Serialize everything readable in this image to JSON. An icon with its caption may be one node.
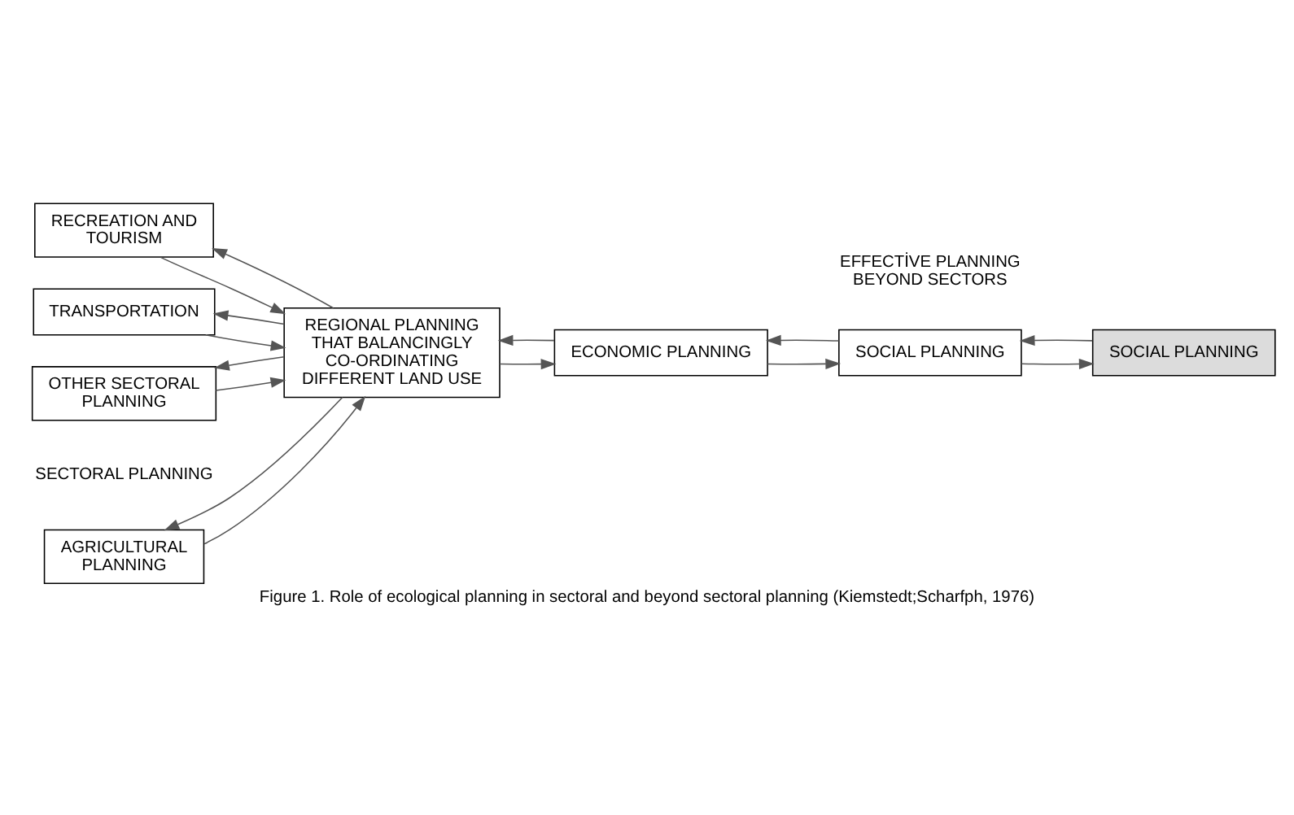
{
  "diagram": {
    "caption": "Figure 1. Role of ecological planning in sectoral and beyond sectoral planning (Kiemstedt;Scharfph, 1976)",
    "nodes": [
      {
        "text": [
          "AGRICULTURAL PLANNING"
        ]
      },
      {
        "text": [
          "RECREATION AND TOURISM"
        ]
      },
      {
        "text": [
          "TRANSPORTATION"
        ]
      },
      {
        "text": [
          "OTHER SECTORAL PLANNING"
        ]
      },
      {
        "text": [
          "REGIONAL PLANNING THAT BALANCINGLY CO-ORDINATING DIFFERENT LAND USE"
        ]
      },
      {
        "text": [
          "ECONOMIC PLANNING"
        ]
      },
      {
        "text": [
          "SOCIAL PLANNING"
        ]
      },
      {
        "text": [
          "SOCIAL PLANNING"
        ]
      }
    ],
    "edges": [
      {
        "from": 0,
        "to": 4,
        "arrow": "to"
      },
      {
        "from": 4,
        "to": 0,
        "arrow": "to"
      },
      {
        "from": 1,
        "to": 4,
        "arrow": "to"
      },
      {
        "from": 4,
        "to": 1,
        "arrow": "to"
      },
      {
        "from": 2,
        "to": 4,
        "arrow": "to"
      },
      {
        "from": 4,
        "to": 2,
        "arrow": "to"
      },
      {
        "from": 3,
        "to": 4,
        "arrow": "to"
      },
      {
        "from": 4,
        "to": 3,
        "arrow": "to"
      },
      {
        "from": 4,
        "to": 5,
        "arrow": "to"
      },
      {
        "from": 5,
        "to": 6,
        "arrow": "to"
      },
      {
        "from": 6,
        "to": 7,
        "arrow": "to"
      },
      {
        "from": 7,
        "to": 6,
        "arrow": "to"
      },
      {
        "from": 6,
        "to": 5,
        "arrow": "to"
      },
      {
        "from": 5,
        "to": 4,
        "arrow": "to"
      }
    ],
    "labels": [
      "SECTORAL PLANNING",
      "EFFECTİVE PLANNING BEYOND SECTORS"
    ]
  }
}
